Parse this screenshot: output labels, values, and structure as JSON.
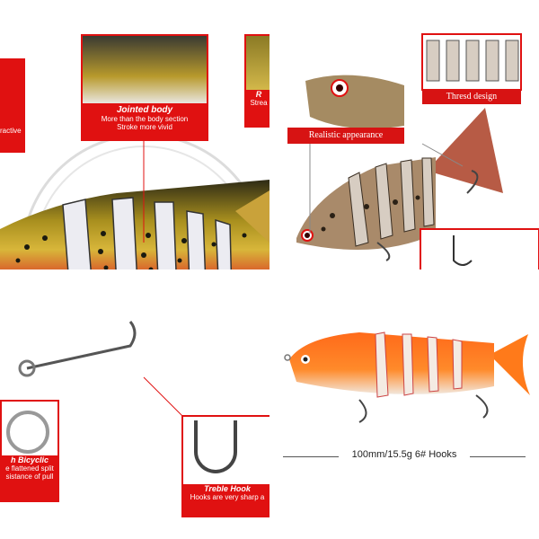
{
  "top_left": {
    "callouts": {
      "attractive": {
        "text": "ractive"
      },
      "jointed": {
        "title": "Jointed body",
        "line1": "More than the body section",
        "line2": "Stroke more vivid"
      },
      "streamline": {
        "title": "R",
        "line1": "Strea"
      },
      "bicyclic": {
        "title": "h Bicyclic",
        "line1": "e flattened split",
        "line2": "sistance of pull"
      },
      "treble": {
        "title": "Treble Hook",
        "line1": "Hooks are very sharp a"
      }
    }
  },
  "top_right": {
    "captions": {
      "thread": "Thresd design",
      "realistic": "Realistic appearance"
    }
  },
  "bottom_right": {
    "size_label": "100mm/15.5g  6# Hooks"
  },
  "colors": {
    "accent_red": "#e01111",
    "lure_orange": "#ff7a1a"
  }
}
